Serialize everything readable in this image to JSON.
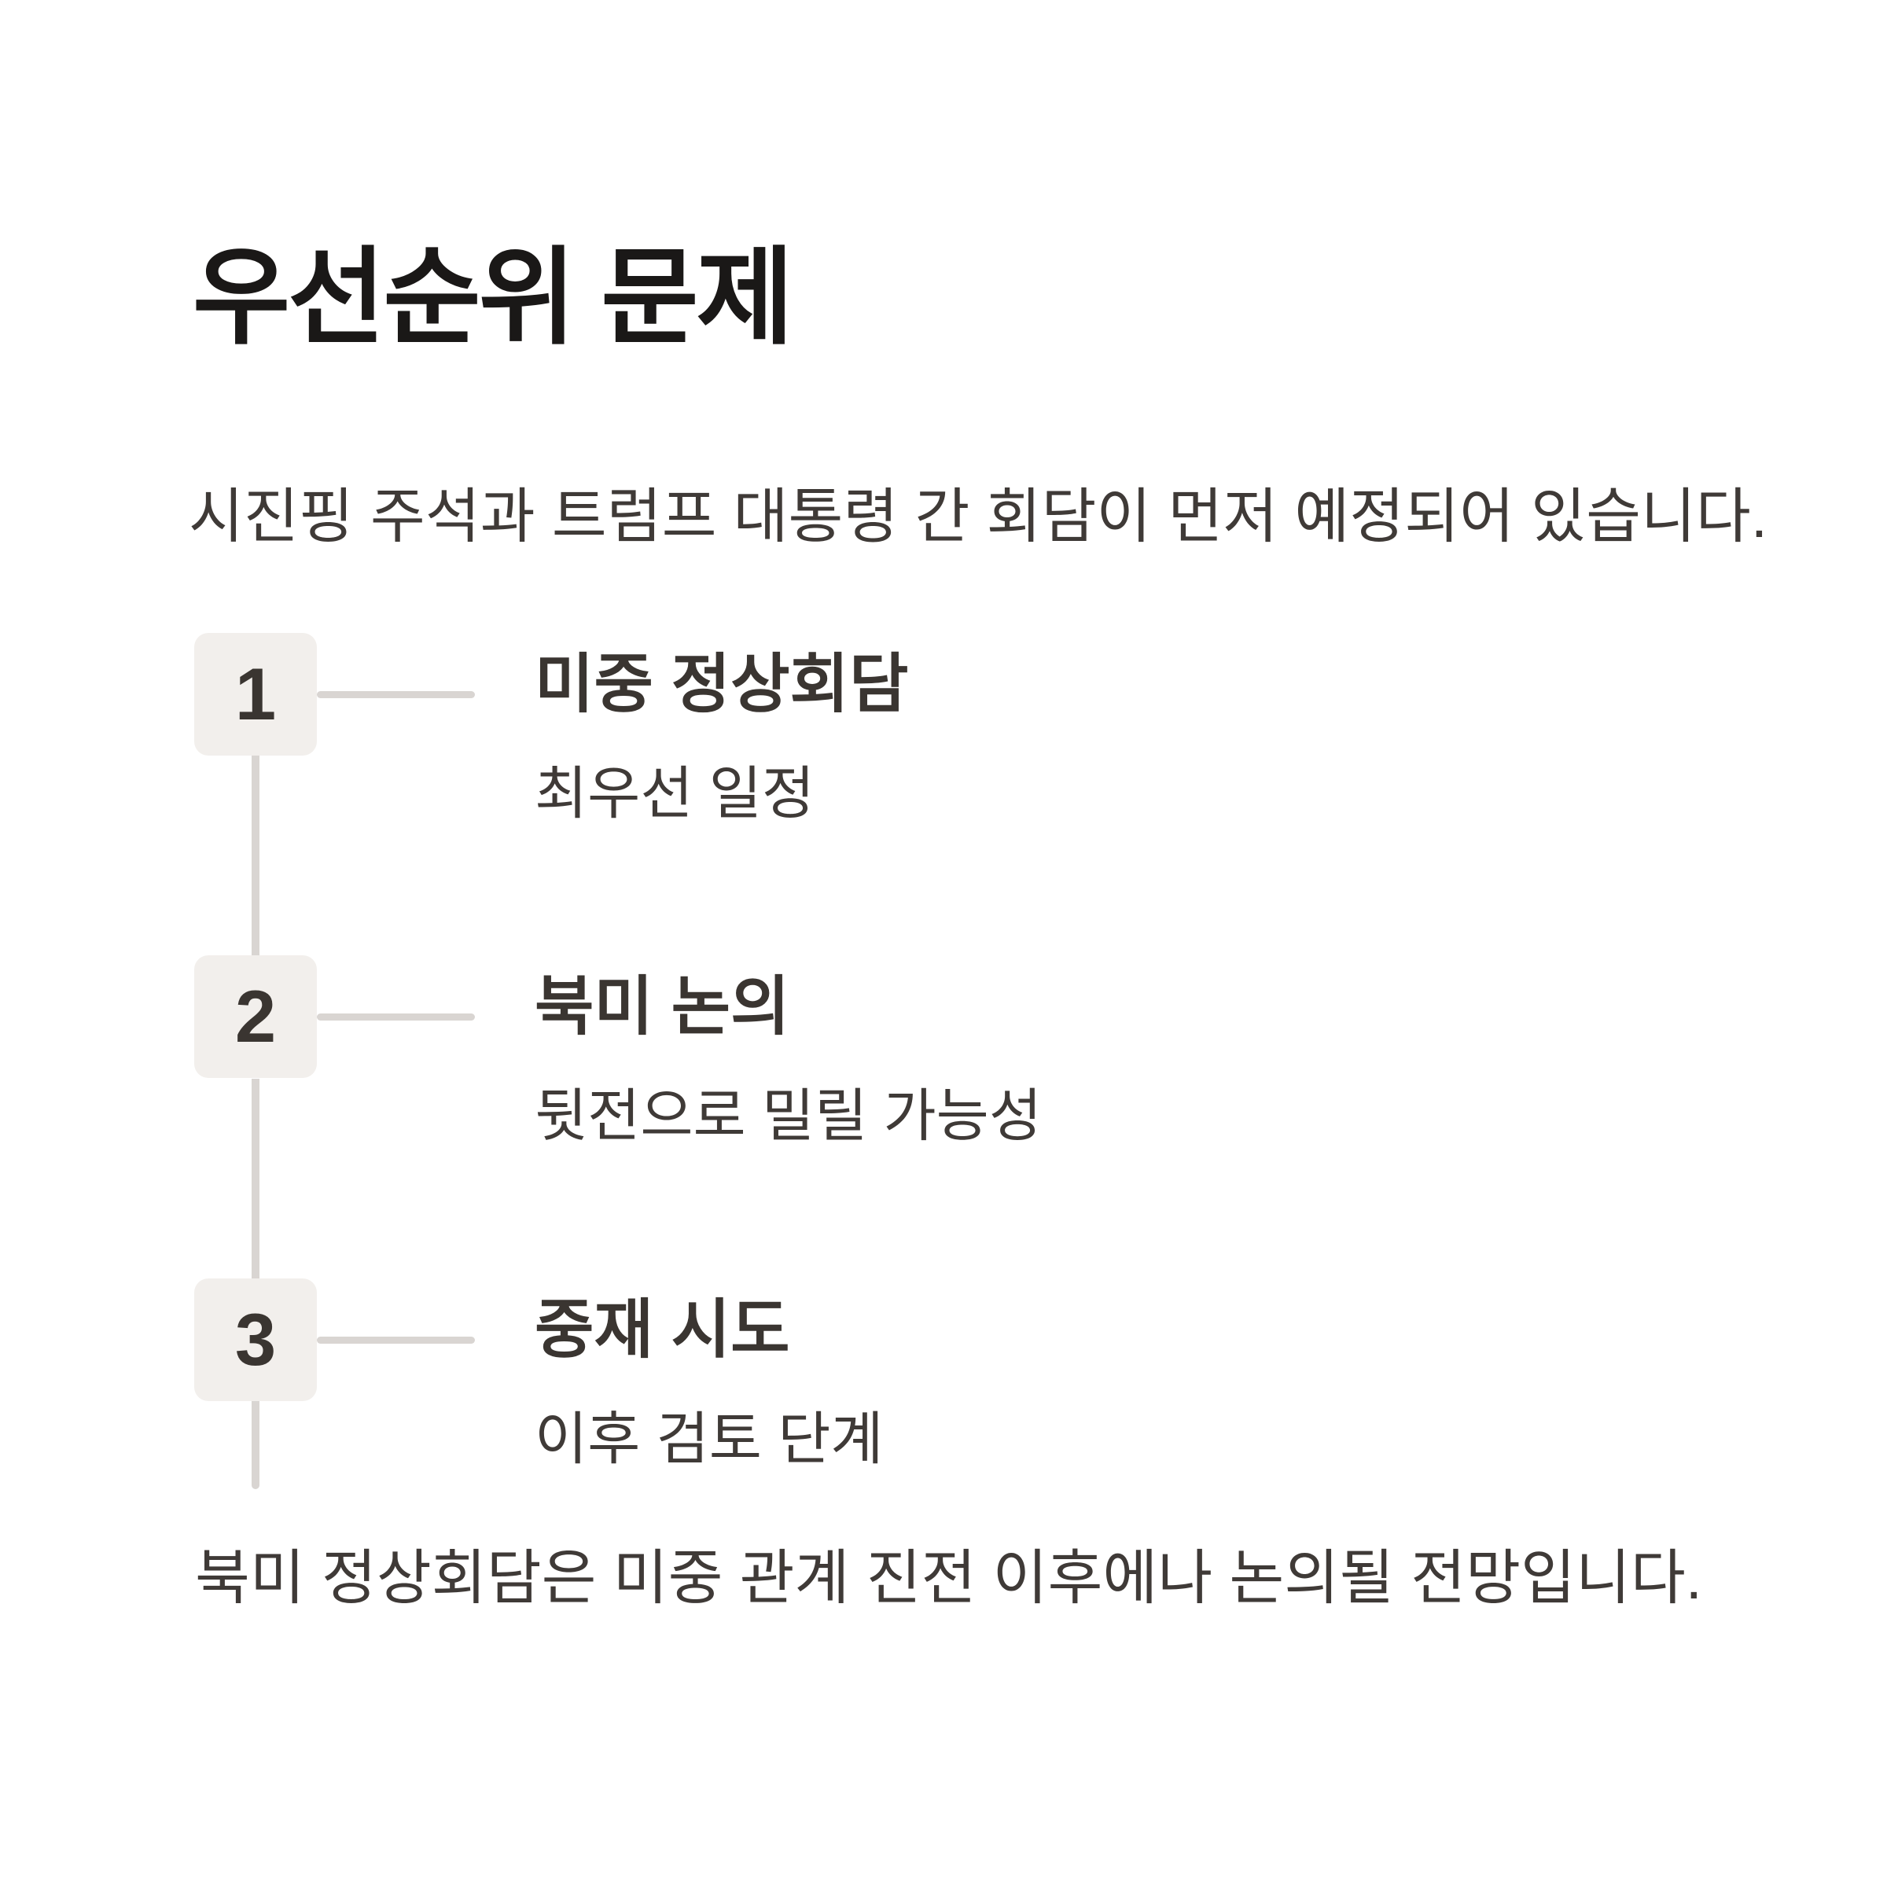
{
  "page": {
    "title": "우선순위 문제",
    "subtitle": "시진핑 주석과 트럼프 대통령 간 회담이 먼저 예정되어 있습니다.",
    "footer": "북미 정상회담은 미중 관계 진전 이후에나 논의될 전망입니다."
  },
  "timeline": {
    "items": [
      {
        "number": "1",
        "title": "미중 정상회담",
        "description": "최우선 일정"
      },
      {
        "number": "2",
        "title": "북미 논의",
        "description": "뒷전으로 밀릴 가능성"
      },
      {
        "number": "3",
        "title": "중재 시도",
        "description": "이후 검토 단계"
      }
    ]
  },
  "colors": {
    "background": "#ffffff",
    "title_text": "#1a1817",
    "body_text": "#3f3a37",
    "item_title_text": "#3a3531",
    "badge_background": "#f2efec",
    "connector_line": "#d9d5d2"
  }
}
